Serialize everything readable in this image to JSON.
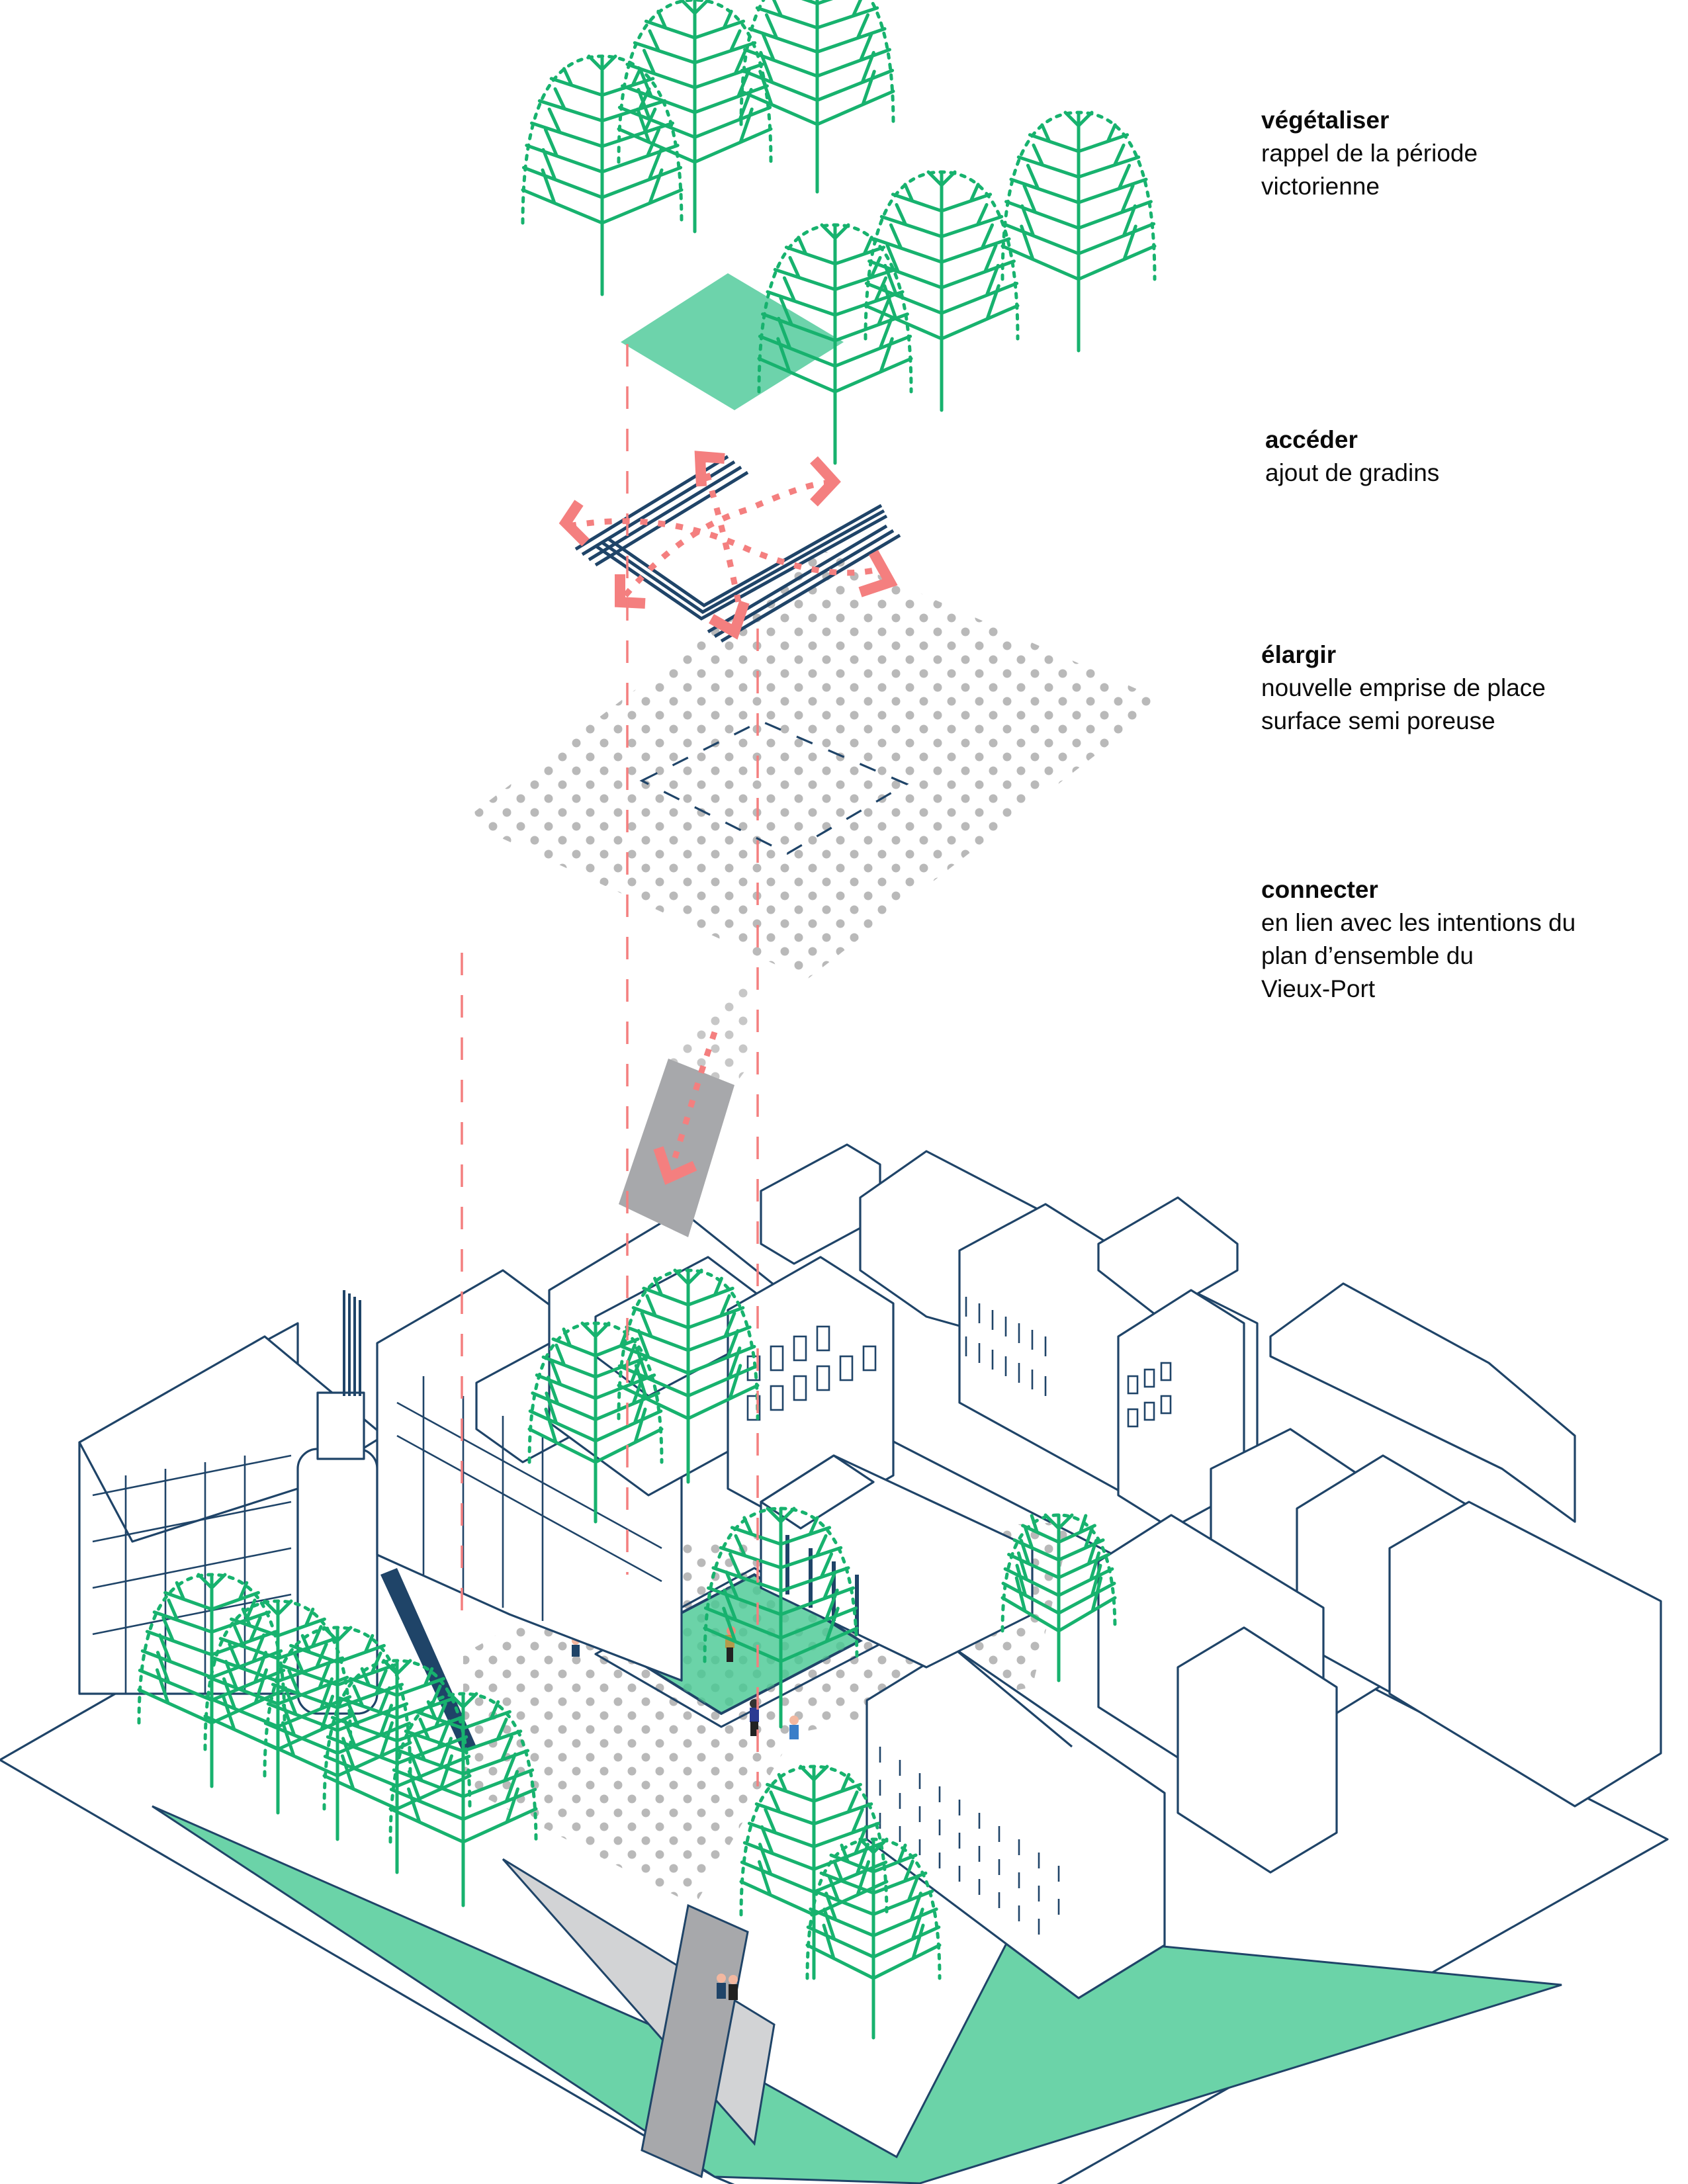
{
  "diagram": {
    "title": "Axonométrie éclatée — stratégie d'aménagement de la place",
    "colors": {
      "vegetation": "#17b26e",
      "lawn": "#6dd3ab",
      "navy": "#1f4468",
      "coral": "#f47f7f",
      "paving_dot": "#b9b9b9",
      "road_grey": "#a7a8ab",
      "light_grey": "#d2d3d5"
    },
    "layers": [
      {
        "id": "vegetaliser",
        "icon": "tree-icon"
      },
      {
        "id": "acceder",
        "icon": "stairs-icon"
      },
      {
        "id": "elargir",
        "icon": "porous-surface-icon"
      },
      {
        "id": "connecter",
        "icon": "path-arrow-icon"
      }
    ]
  },
  "annotations": [
    {
      "title": "végétaliser",
      "lines": [
        "rappel de la période",
        "victorienne"
      ]
    },
    {
      "title": "accéder",
      "lines": [
        "ajout de gradins"
      ]
    },
    {
      "title": "élargir",
      "lines": [
        "nouvelle emprise de place",
        "surface semi poreuse"
      ]
    },
    {
      "title": "connecter",
      "lines": [
        "en lien avec les intentions du",
        "plan d’ensemble du",
        "Vieux-Port"
      ]
    }
  ]
}
